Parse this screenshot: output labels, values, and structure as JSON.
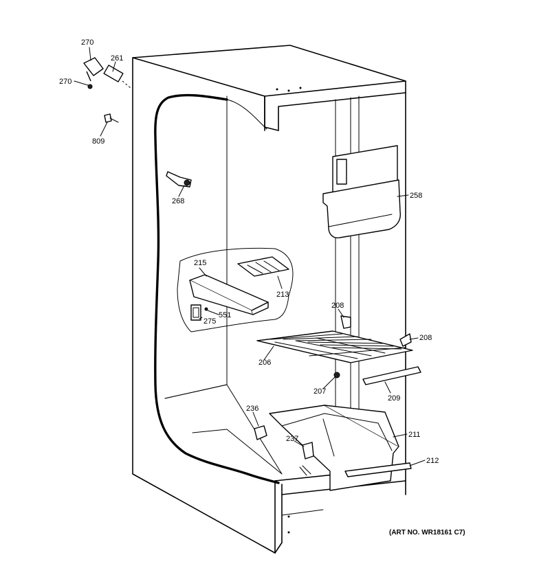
{
  "diagram": {
    "art_number": "(ART NO. WR18161 C7)",
    "callouts": {
      "p270_top": "270",
      "p261": "261",
      "p270_left": "270",
      "p809": "809",
      "p268": "268",
      "p258": "258",
      "p215": "215",
      "p213": "213",
      "p551": "551",
      "p275": "275",
      "p208_left": "208",
      "p208_right": "208",
      "p206": "206",
      "p207": "207",
      "p209": "209",
      "p236": "236",
      "p237": "237",
      "p211": "211",
      "p212": "212"
    }
  }
}
